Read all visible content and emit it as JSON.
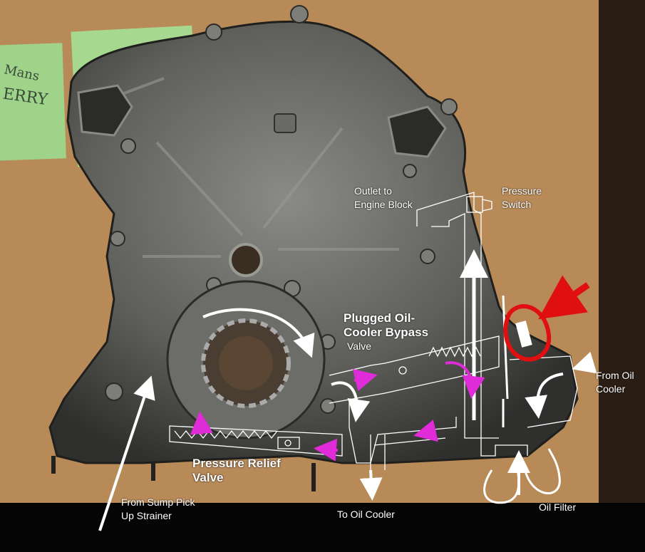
{
  "labels": {
    "outlet_line1": "Outlet to",
    "outlet_line2": "Engine Block",
    "pressure_switch_line1": "Pressure",
    "pressure_switch_line2": "Switch",
    "bypass_line1": "Plugged Oil-",
    "bypass_line2": "Cooler Bypass",
    "bypass_line3": "Valve",
    "from_cooler_line1": "From Oil",
    "from_cooler_line2": "Cooler",
    "relief_line1": "Pressure Relief",
    "relief_line2": "Valve",
    "sump_line1": "From Sump Pick",
    "sump_line2": "Up Strainer",
    "to_cooler": "To Oil Cooler",
    "oil_filter": "Oil Filter"
  },
  "note_text": {
    "line1": "Mans",
    "line2": "ERRY"
  },
  "colors": {
    "arrow_white": "#ffffff",
    "arrow_magenta": "#e02bd8",
    "highlight_red": "#e01010",
    "casting": "#6e6e6a",
    "desk": "#b88a58",
    "sticky_note": "#9fd389"
  }
}
